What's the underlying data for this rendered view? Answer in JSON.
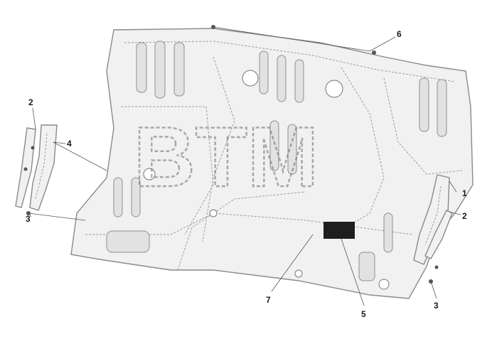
{
  "watermark": {
    "text": "BTM"
  },
  "callouts": [
    {
      "id": "label-1",
      "text": "1"
    },
    {
      "id": "label-2-left",
      "text": "2"
    },
    {
      "id": "label-2-right",
      "text": "2"
    },
    {
      "id": "label-3-left",
      "text": "3"
    },
    {
      "id": "label-3-right",
      "text": "3"
    },
    {
      "id": "label-4",
      "text": "4"
    },
    {
      "id": "label-5",
      "text": "5"
    },
    {
      "id": "label-6",
      "text": "6"
    },
    {
      "id": "label-7",
      "text": "7"
    }
  ],
  "colors": {
    "line": "#8a8a8a",
    "fill": "#f1f1f1",
    "pad": "#1e1e1e",
    "text": "#1a1a1a"
  }
}
